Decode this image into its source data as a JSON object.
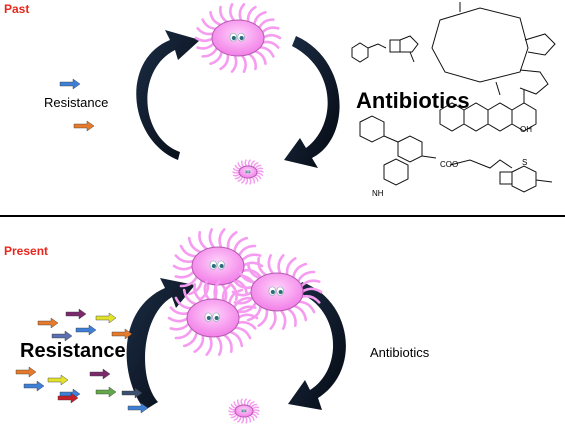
{
  "past": {
    "title": "Past",
    "resistance_label": "Resistance",
    "antibiotics_label": "Antibiotics",
    "resistance_arrows": [
      {
        "color": "#3f7fd6"
      },
      {
        "color": "#e57a2c"
      }
    ]
  },
  "present": {
    "title": "Present",
    "resistance_label": "Resistance",
    "antibiotics_label": "Antibiotics",
    "resistance_arrows": [
      {
        "color": "#e57a2c"
      },
      {
        "color": "#7b2a6c"
      },
      {
        "color": "#e2e22a"
      },
      {
        "color": "#5a6fb0"
      },
      {
        "color": "#3f7fd6"
      },
      {
        "color": "#e57a2c"
      },
      {
        "color": "#e57a2c"
      },
      {
        "color": "#e2e22a"
      },
      {
        "color": "#7b2a6c"
      },
      {
        "color": "#3f7fd6"
      },
      {
        "color": "#3f7fd6"
      },
      {
        "color": "#62a84a"
      },
      {
        "color": "#c8202a"
      },
      {
        "color": "#3c4f6e"
      },
      {
        "color": "#3f7fd6"
      }
    ]
  },
  "chem_labels": {
    "nh2": "NH",
    "oh": "OH",
    "coo": "COO",
    "s": "S"
  },
  "colors": {
    "bacteria_fill": "#f59cf0",
    "bacteria_body": "#cf7fcf",
    "cycle_arrow": "#0e1a2b",
    "title_red": "#e8261b",
    "divider": "#000000"
  }
}
